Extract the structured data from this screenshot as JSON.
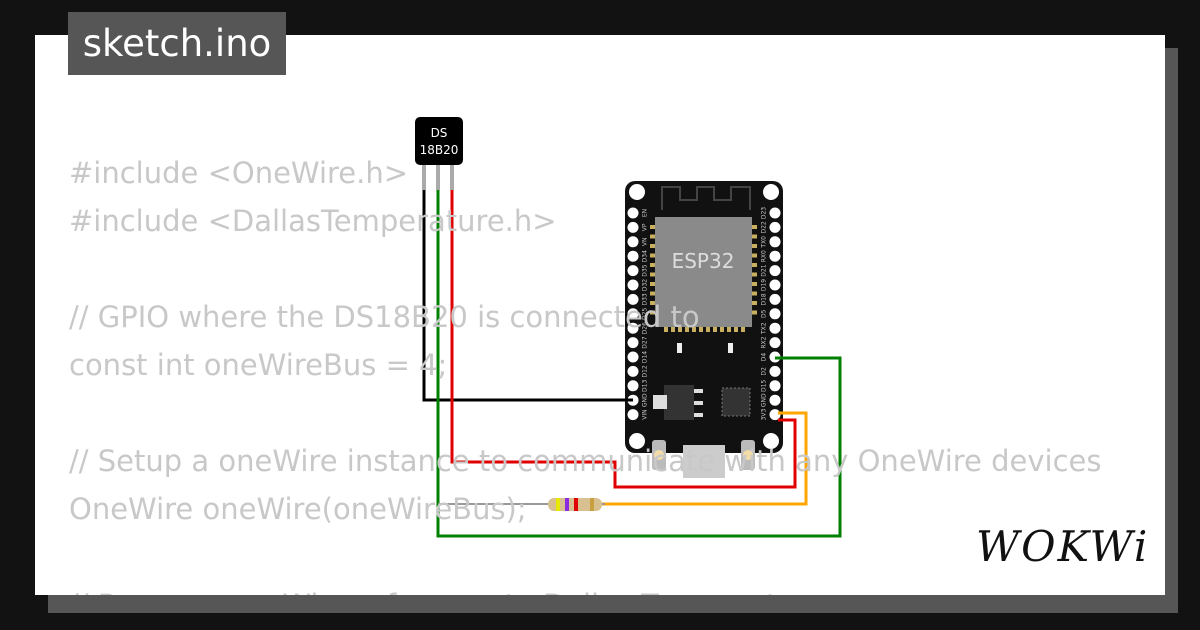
{
  "title": "sketch.ino",
  "code_lines": [
    "#include <OneWire.h>",
    "#include <DallasTemperature.h>",
    "",
    "// GPIO where the DS18B20 is connected to",
    "const int oneWireBus = 4;",
    "",
    "// Setup a oneWire instance to communicate with any OneWire devices",
    "OneWire oneWire(oneWireBus);",
    "",
    "// Pass our oneWire reference to Dallas Temperature"
  ],
  "sensor": {
    "label_line1": "DS",
    "label_line2": "18B20"
  },
  "board": {
    "label": "ESP32",
    "left_pins": [
      "EN",
      "VP",
      "VN",
      "D34",
      "D35",
      "D32",
      "D33",
      "D25",
      "D26",
      "D27",
      "D14",
      "D12",
      "D13",
      "GND",
      "VIN"
    ],
    "right_pins": [
      "D23",
      "D22",
      "TX0",
      "RX0",
      "D21",
      "D19",
      "D18",
      "D5",
      "TX2",
      "RX2",
      "D4",
      "D2",
      "D15",
      "GND",
      "3V3"
    ]
  },
  "wire_colors": {
    "gnd": "#000000",
    "vcc": "#e00000",
    "data": "#008000",
    "pullup": "#ffa500"
  },
  "logo": "WOKWi"
}
